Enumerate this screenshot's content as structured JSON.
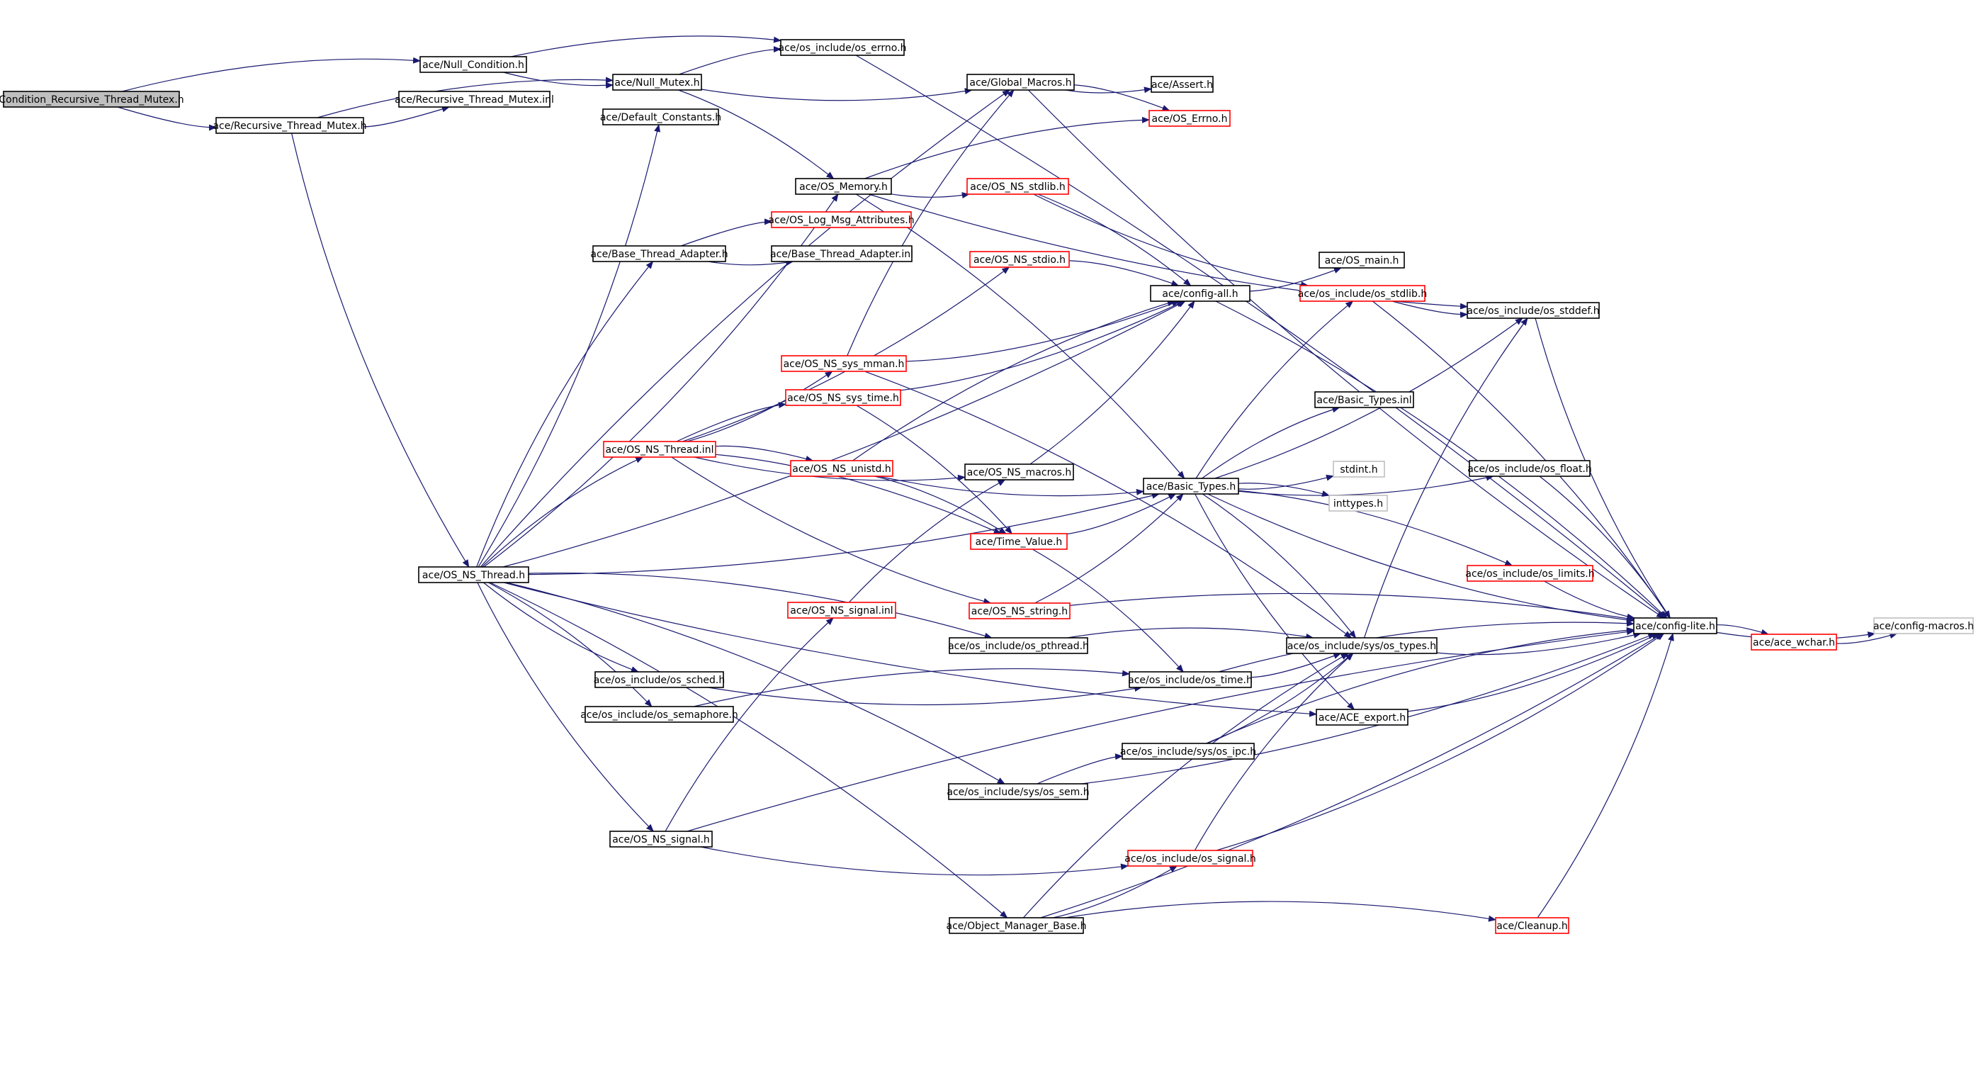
{
  "colors": {
    "edge": "#191970",
    "border_normal": "#000000",
    "border_truncated": "#ff0000",
    "border_external": "#bfbfbf",
    "root_fill": "#bfbfbf",
    "node_fill": "#ffffff"
  },
  "nodes": [
    {
      "id": "root",
      "label": "Condition_Recursive_Thread_Mutex.h",
      "kind": "root"
    },
    {
      "id": "null_cond",
      "label": "ace/Null_Condition.h",
      "kind": "normal"
    },
    {
      "id": "os_errno_inc",
      "label": "ace/os_include/os_errno.h",
      "kind": "normal"
    },
    {
      "id": "rtm_inl",
      "label": "ace/Recursive_Thread_Mutex.inl",
      "kind": "normal"
    },
    {
      "id": "rtm_h",
      "label": "ace/Recursive_Thread_Mutex.h",
      "kind": "normal"
    },
    {
      "id": "null_mutex",
      "label": "ace/Null_Mutex.h",
      "kind": "normal"
    },
    {
      "id": "default_const",
      "label": "ace/Default_Constants.h",
      "kind": "normal"
    },
    {
      "id": "global_macros",
      "label": "ace/Global_Macros.h",
      "kind": "normal"
    },
    {
      "id": "assert",
      "label": "ace/Assert.h",
      "kind": "normal"
    },
    {
      "id": "os_errno",
      "label": "ace/OS_Errno.h",
      "kind": "truncated"
    },
    {
      "id": "os_memory",
      "label": "ace/OS_Memory.h",
      "kind": "normal"
    },
    {
      "id": "os_ns_stdlib",
      "label": "ace/OS_NS_stdlib.h",
      "kind": "truncated"
    },
    {
      "id": "log_msg_attr",
      "label": "ace/OS_Log_Msg_Attributes.h",
      "kind": "truncated"
    },
    {
      "id": "bta_h",
      "label": "ace/Base_Thread_Adapter.h",
      "kind": "normal"
    },
    {
      "id": "bta_inl",
      "label": "ace/Base_Thread_Adapter.inl",
      "kind": "normal"
    },
    {
      "id": "os_ns_stdio",
      "label": "ace/OS_NS_stdio.h",
      "kind": "truncated"
    },
    {
      "id": "config_all",
      "label": "ace/config-all.h",
      "kind": "normal"
    },
    {
      "id": "os_main",
      "label": "ace/OS_main.h",
      "kind": "normal"
    },
    {
      "id": "os_stdlib_inc",
      "label": "ace/os_include/os_stdlib.h",
      "kind": "truncated"
    },
    {
      "id": "os_stddef",
      "label": "ace/os_include/os_stddef.h",
      "kind": "normal"
    },
    {
      "id": "sys_mman",
      "label": "ace/OS_NS_sys_mman.h",
      "kind": "truncated"
    },
    {
      "id": "sys_time",
      "label": "ace/OS_NS_sys_time.h",
      "kind": "truncated"
    },
    {
      "id": "basic_types_inl",
      "label": "ace/Basic_Types.inl",
      "kind": "normal"
    },
    {
      "id": "thread_inl",
      "label": "ace/OS_NS_Thread.inl",
      "kind": "truncated"
    },
    {
      "id": "unistd",
      "label": "ace/OS_NS_unistd.h",
      "kind": "truncated"
    },
    {
      "id": "ns_macros",
      "label": "ace/OS_NS_macros.h",
      "kind": "normal"
    },
    {
      "id": "basic_types",
      "label": "ace/Basic_Types.h",
      "kind": "normal"
    },
    {
      "id": "stdint",
      "label": "stdint.h",
      "kind": "external"
    },
    {
      "id": "os_float",
      "label": "ace/os_include/os_float.h",
      "kind": "normal"
    },
    {
      "id": "inttypes",
      "label": "inttypes.h",
      "kind": "external"
    },
    {
      "id": "time_value",
      "label": "ace/Time_Value.h",
      "kind": "truncated"
    },
    {
      "id": "thread_h",
      "label": "ace/OS_NS_Thread.h",
      "kind": "normal"
    },
    {
      "id": "os_limits",
      "label": "ace/os_include/os_limits.h",
      "kind": "truncated"
    },
    {
      "id": "signal_inl",
      "label": "ace/OS_NS_signal.inl",
      "kind": "truncated"
    },
    {
      "id": "ns_string",
      "label": "ace/OS_NS_string.h",
      "kind": "truncated"
    },
    {
      "id": "config_lite",
      "label": "ace/config-lite.h",
      "kind": "normal"
    },
    {
      "id": "config_macros",
      "label": "ace/config-macros.h",
      "kind": "external"
    },
    {
      "id": "pthread",
      "label": "ace/os_include/os_pthread.h",
      "kind": "normal"
    },
    {
      "id": "sys_types",
      "label": "ace/os_include/sys/os_types.h",
      "kind": "normal"
    },
    {
      "id": "ace_wchar",
      "label": "ace/ace_wchar.h",
      "kind": "truncated"
    },
    {
      "id": "sched",
      "label": "ace/os_include/os_sched.h",
      "kind": "normal"
    },
    {
      "id": "os_time",
      "label": "ace/os_include/os_time.h",
      "kind": "normal"
    },
    {
      "id": "semaphore",
      "label": "ace/os_include/os_semaphore.h",
      "kind": "normal"
    },
    {
      "id": "ace_export",
      "label": "ace/ACE_export.h",
      "kind": "normal"
    },
    {
      "id": "sys_ipc",
      "label": "ace/os_include/sys/os_ipc.h",
      "kind": "normal"
    },
    {
      "id": "sys_sem",
      "label": "ace/os_include/sys/os_sem.h",
      "kind": "normal"
    },
    {
      "id": "ns_signal",
      "label": "ace/OS_NS_signal.h",
      "kind": "normal"
    },
    {
      "id": "os_signal",
      "label": "ace/os_include/os_signal.h",
      "kind": "truncated"
    },
    {
      "id": "omb",
      "label": "ace/Object_Manager_Base.h",
      "kind": "normal"
    },
    {
      "id": "cleanup",
      "label": "ace/Cleanup.h",
      "kind": "truncated"
    }
  ],
  "edges": [
    [
      "root",
      "null_cond"
    ],
    [
      "root",
      "rtm_h"
    ],
    [
      "null_cond",
      "os_errno_inc"
    ],
    [
      "null_cond",
      "null_mutex"
    ],
    [
      "os_errno_inc",
      "config_lite"
    ],
    [
      "rtm_h",
      "rtm_inl"
    ],
    [
      "rtm_h",
      "null_mutex"
    ],
    [
      "rtm_h",
      "thread_h"
    ],
    [
      "null_mutex",
      "os_errno_inc"
    ],
    [
      "null_mutex",
      "global_macros"
    ],
    [
      "null_mutex",
      "os_memory"
    ],
    [
      "global_macros",
      "assert"
    ],
    [
      "global_macros",
      "os_errno"
    ],
    [
      "global_macros",
      "config_lite"
    ],
    [
      "os_memory",
      "os_errno"
    ],
    [
      "os_memory",
      "os_ns_stdlib"
    ],
    [
      "os_memory",
      "basic_types"
    ],
    [
      "os_memory",
      "os_stddef"
    ],
    [
      "os_ns_stdlib",
      "config_all"
    ],
    [
      "os_ns_stdlib",
      "os_stdlib_inc"
    ],
    [
      "bta_h",
      "log_msg_attr"
    ],
    [
      "bta_h",
      "bta_inl"
    ],
    [
      "os_ns_stdio",
      "config_all"
    ],
    [
      "config_all",
      "os_main"
    ],
    [
      "config_all",
      "config_lite"
    ],
    [
      "os_stdlib_inc",
      "os_stddef"
    ],
    [
      "os_stdlib_inc",
      "config_lite"
    ],
    [
      "os_stddef",
      "config_lite"
    ],
    [
      "sys_mman",
      "global_macros"
    ],
    [
      "sys_mman",
      "config_all"
    ],
    [
      "sys_mman",
      "sys_types"
    ],
    [
      "sys_time",
      "config_all"
    ],
    [
      "sys_time",
      "time_value"
    ],
    [
      "thread_inl",
      "sys_mman"
    ],
    [
      "thread_inl",
      "sys_time"
    ],
    [
      "thread_inl",
      "os_ns_stdio"
    ],
    [
      "thread_inl",
      "unistd"
    ],
    [
      "thread_inl",
      "ns_macros"
    ],
    [
      "thread_inl",
      "time_value"
    ],
    [
      "thread_inl",
      "ns_string"
    ],
    [
      "unistd",
      "config_all"
    ],
    [
      "unistd",
      "basic_types"
    ],
    [
      "unistd",
      "time_value"
    ],
    [
      "ns_macros",
      "config_all"
    ],
    [
      "basic_types",
      "basic_types_inl"
    ],
    [
      "basic_types",
      "stdint"
    ],
    [
      "basic_types",
      "inttypes"
    ],
    [
      "basic_types",
      "os_float"
    ],
    [
      "basic_types",
      "os_limits"
    ],
    [
      "basic_types",
      "config_lite"
    ],
    [
      "basic_types",
      "sys_types"
    ],
    [
      "basic_types",
      "os_stddef"
    ],
    [
      "basic_types",
      "os_stdlib_inc"
    ],
    [
      "basic_types",
      "ace_export"
    ],
    [
      "os_float",
      "config_lite"
    ],
    [
      "time_value",
      "basic_types"
    ],
    [
      "time_value",
      "os_time"
    ],
    [
      "thread_h",
      "default_const"
    ],
    [
      "thread_h",
      "global_macros"
    ],
    [
      "thread_h",
      "os_memory"
    ],
    [
      "thread_h",
      "bta_h"
    ],
    [
      "thread_h",
      "config_all"
    ],
    [
      "thread_h",
      "thread_inl"
    ],
    [
      "thread_h",
      "basic_types"
    ],
    [
      "thread_h",
      "pthread"
    ],
    [
      "thread_h",
      "sched"
    ],
    [
      "thread_h",
      "semaphore"
    ],
    [
      "thread_h",
      "ace_export"
    ],
    [
      "thread_h",
      "sys_sem"
    ],
    [
      "thread_h",
      "ns_signal"
    ],
    [
      "thread_h",
      "omb"
    ],
    [
      "os_limits",
      "config_lite"
    ],
    [
      "signal_inl",
      "ns_macros"
    ],
    [
      "ns_string",
      "basic_types"
    ],
    [
      "ns_string",
      "config_lite"
    ],
    [
      "config_lite",
      "config_macros"
    ],
    [
      "config_lite",
      "ace_wchar"
    ],
    [
      "ace_wchar",
      "config_macros"
    ],
    [
      "pthread",
      "sys_types"
    ],
    [
      "sys_types",
      "config_lite"
    ],
    [
      "sys_types",
      "os_stddef"
    ],
    [
      "sched",
      "os_time"
    ],
    [
      "os_time",
      "config_lite"
    ],
    [
      "os_time",
      "sys_types"
    ],
    [
      "semaphore",
      "os_time"
    ],
    [
      "ace_export",
      "config_lite"
    ],
    [
      "sys_ipc",
      "config_lite"
    ],
    [
      "sys_ipc",
      "sys_types"
    ],
    [
      "sys_sem",
      "sys_ipc"
    ],
    [
      "sys_sem",
      "config_lite"
    ],
    [
      "ns_signal",
      "signal_inl"
    ],
    [
      "ns_signal",
      "os_signal"
    ],
    [
      "ns_signal",
      "config_lite"
    ],
    [
      "os_signal",
      "config_lite"
    ],
    [
      "os_signal",
      "sys_types"
    ],
    [
      "omb",
      "os_signal"
    ],
    [
      "omb",
      "cleanup"
    ],
    [
      "omb",
      "config_lite"
    ],
    [
      "omb",
      "sys_types"
    ],
    [
      "cleanup",
      "config_lite"
    ]
  ]
}
